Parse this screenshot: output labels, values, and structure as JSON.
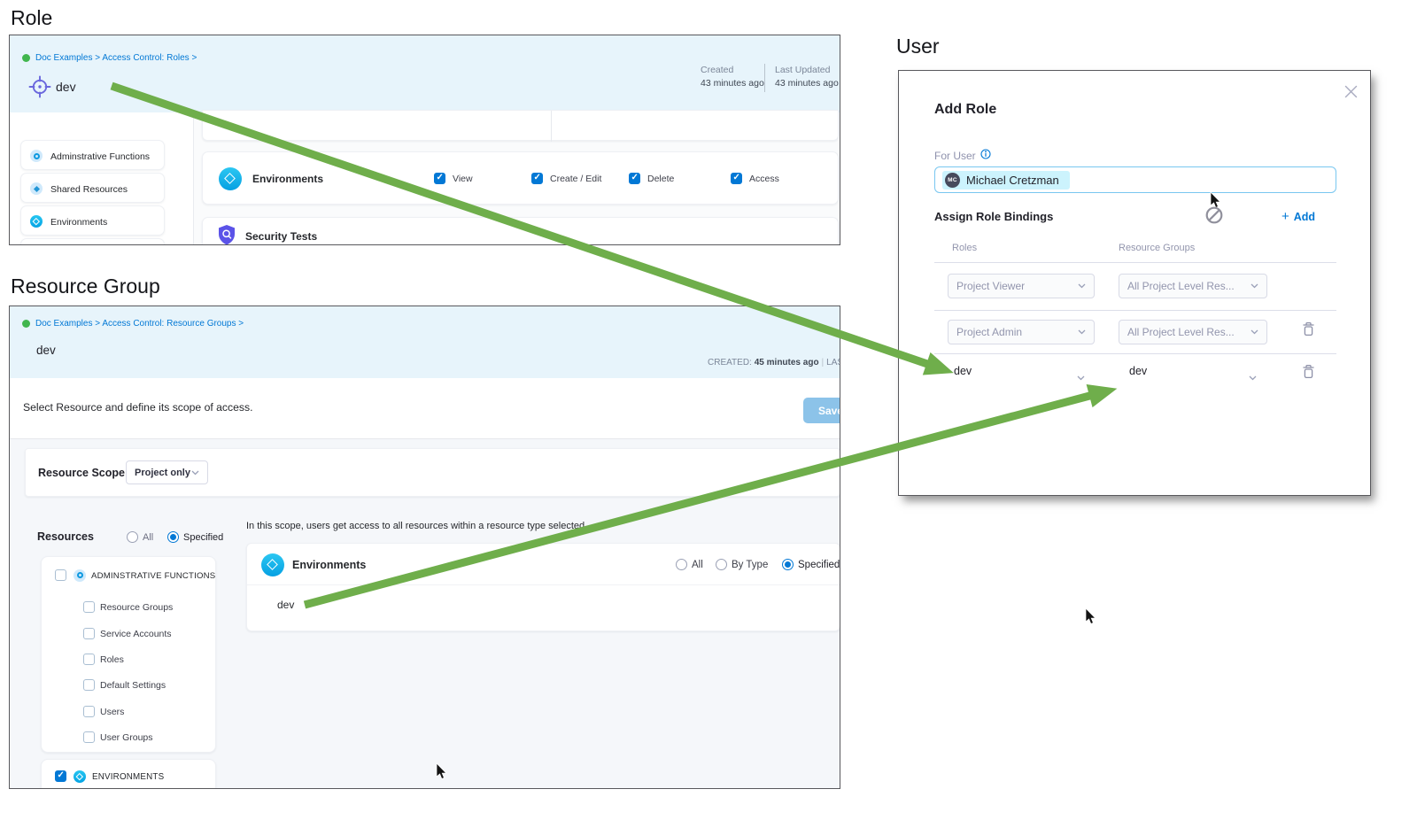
{
  "colors": {
    "accent": "#0278d5",
    "arrow_green": "#6fae4b",
    "header_blue": "#e7f4fb"
  },
  "role": {
    "heading": "Role",
    "breadcrumb": "Doc Examples > Access Control: Roles >",
    "title": "dev",
    "meta": {
      "created_label": "Created",
      "created_value": "43 minutes ago",
      "updated_label": "Last Updated",
      "updated_value": "43 minutes ago"
    },
    "sidebar": [
      {
        "label": "Adminstrative Functions"
      },
      {
        "label": "Shared Resources"
      },
      {
        "label": "Environments"
      }
    ],
    "rows": [
      {
        "label": "Environments"
      },
      {
        "label": "Security Tests"
      }
    ],
    "permissions": [
      {
        "label": "View",
        "checked": true
      },
      {
        "label": "Create / Edit",
        "checked": true
      },
      {
        "label": "Delete",
        "checked": true
      },
      {
        "label": "Access",
        "checked": true
      }
    ]
  },
  "resource_group": {
    "heading": "Resource Group",
    "breadcrumb": "Doc Examples > Access Control: Resource Groups >",
    "title": "dev",
    "meta": {
      "created_label": "CREATED:",
      "created_value": "45 minutes ago",
      "divider": "|",
      "updated_label": "LAST UPDATED"
    },
    "toolbar": {
      "description": "Select Resource and define its scope of access.",
      "save_label": "Save"
    },
    "resource_scope": {
      "label": "Resource Scope",
      "value": "Project only"
    },
    "resources": {
      "label": "Resources",
      "radio_all": "All",
      "radio_specified": "Specified",
      "selected": "Specified",
      "admin_group": "ADMINSTRATIVE FUNCTIONS",
      "admin_children": [
        {
          "label": "Resource Groups",
          "checked": false
        },
        {
          "label": "Service Accounts",
          "checked": false
        },
        {
          "label": "Roles",
          "checked": false
        },
        {
          "label": "Default Settings",
          "checked": false
        },
        {
          "label": "Users",
          "checked": false
        },
        {
          "label": "User Groups",
          "checked": false
        }
      ],
      "env_group": "ENVIRONMENTS",
      "env_group_checked": true
    },
    "scope_panel": {
      "note": "In this scope, users get access to all resources within a resource type selected.",
      "card_label": "Environments",
      "radio_all": "All",
      "radio_by_type": "By Type",
      "radio_specified": "Specified",
      "selected": "Specified",
      "value": "dev"
    }
  },
  "user": {
    "heading": "User",
    "dialog_title": "Add Role",
    "for_user_label": "For User",
    "chip": {
      "initials": "MC",
      "name": "Michael Cretzman"
    },
    "assign_label": "Assign Role Bindings",
    "add_plus": "+",
    "add_label": "Add",
    "columns": {
      "roles": "Roles",
      "resource_groups": "Resource Groups"
    },
    "bindings": [
      {
        "role": "Project Viewer",
        "resource_group": "All Project Level Res...",
        "deletable": false
      },
      {
        "role": "Project Admin",
        "resource_group": "All Project Level Res...",
        "deletable": true
      },
      {
        "role": "dev",
        "resource_group": "dev",
        "deletable": true
      }
    ]
  }
}
